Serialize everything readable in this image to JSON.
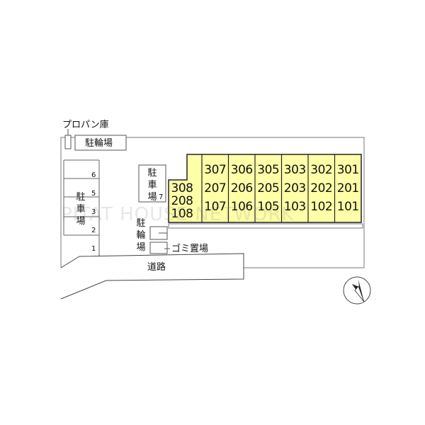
{
  "labels": {
    "propane": "プロパン庫",
    "bicycle_top": "駐輪場",
    "parking_left": "駐車場",
    "parking_mid": "駐車場",
    "bicycle_mid": "駐輪場",
    "garbage": "ゴミ置場",
    "road": "道路"
  },
  "parking_numbers": [
    "6",
    "5",
    "3",
    "2",
    "1"
  ],
  "parking_mid_number": "7",
  "watermark": "PITAT HOUSE NETWORK",
  "building": {
    "fill": "#ffffa8",
    "columns": [
      {
        "units": [
          "301",
          "201",
          "101"
        ]
      },
      {
        "units": [
          "302",
          "202",
          "102"
        ]
      },
      {
        "units": [
          "303",
          "203",
          "103"
        ]
      },
      {
        "units": [
          "305",
          "205",
          "105"
        ]
      },
      {
        "units": [
          "306",
          "206",
          "106"
        ]
      },
      {
        "units": [
          "307",
          "207",
          "107"
        ]
      },
      {
        "units": [
          "308",
          "208",
          "108"
        ]
      }
    ]
  },
  "compass": "north-arrow"
}
